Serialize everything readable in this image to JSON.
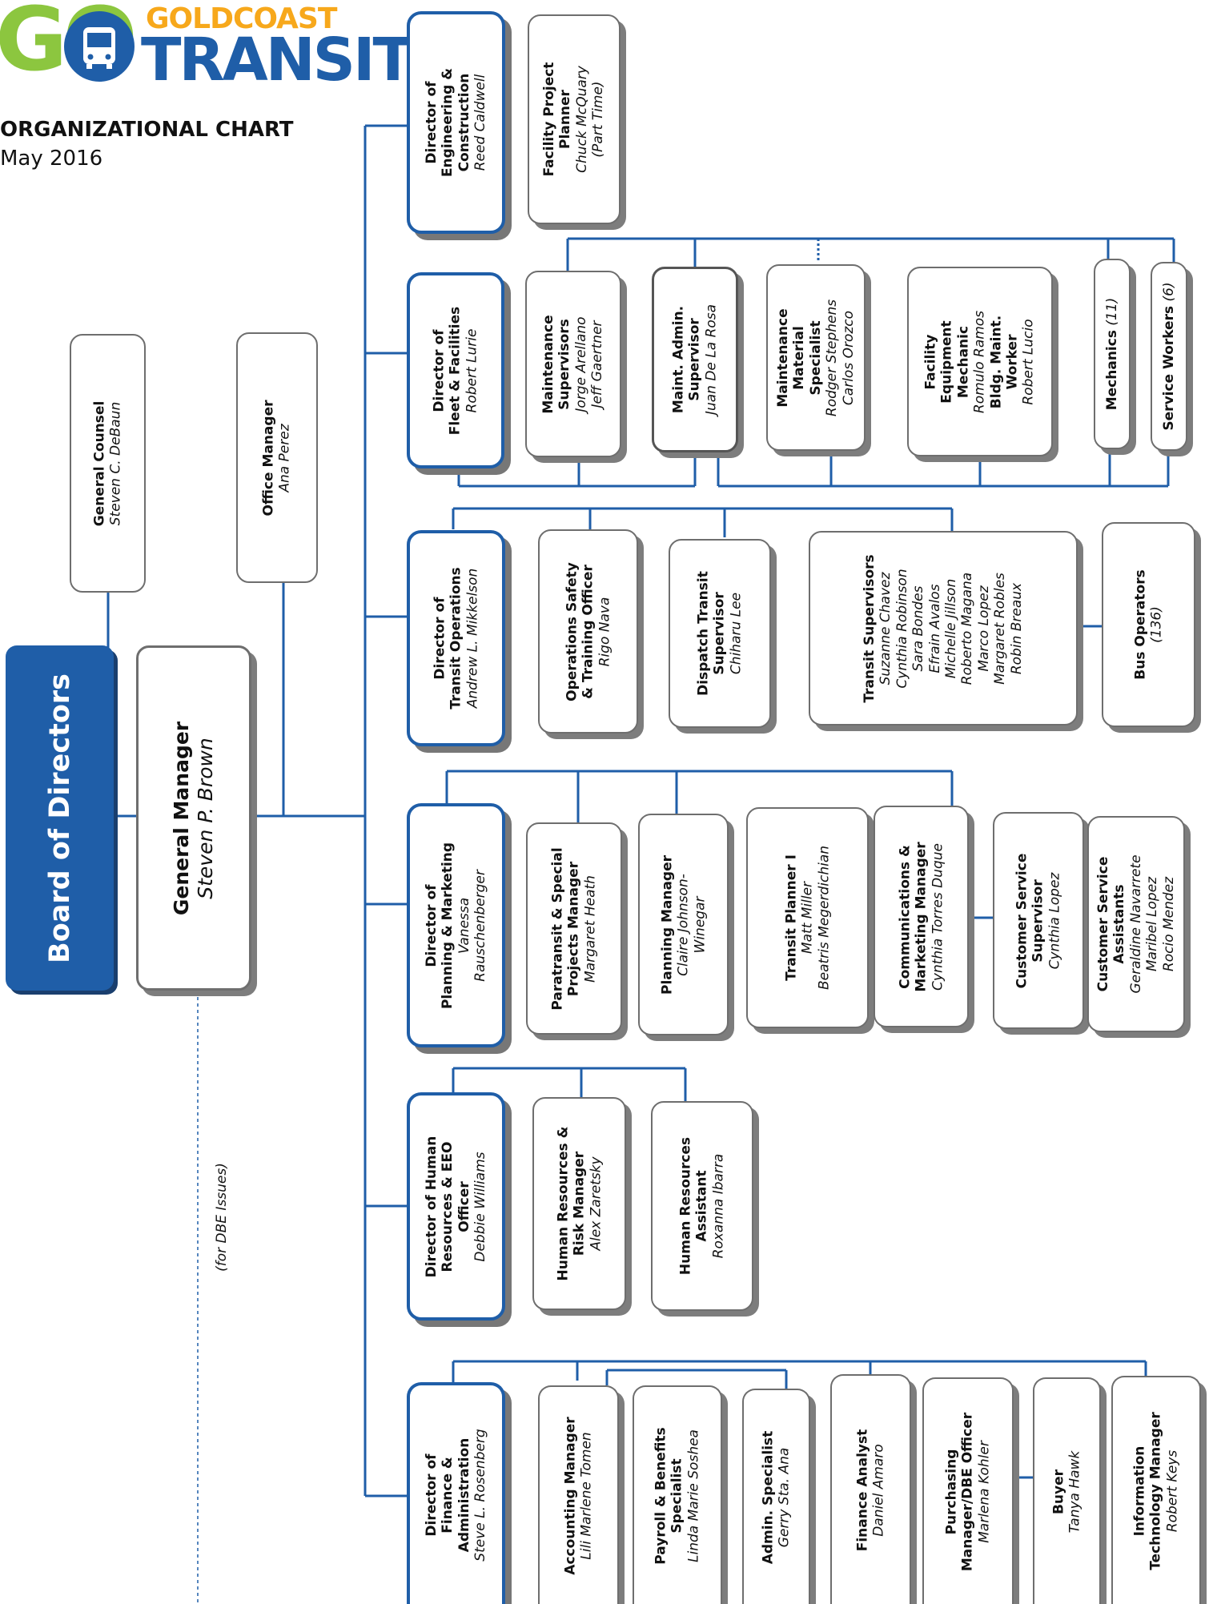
{
  "logo": {
    "go": "GO",
    "goldcoast": "GOLDCOAST",
    "transit": "TRANSIT"
  },
  "header": {
    "title": "ORGANIZATIONAL CHART",
    "date": "May 2016"
  },
  "board": "Board of Directors",
  "general_manager": {
    "title": "General Manager",
    "name": "Steven P. Brown"
  },
  "general_counsel": {
    "title": "General Counsel",
    "name": "Steven C. DeBaun"
  },
  "office_manager": {
    "title": "Office Manager",
    "name": "Ana Perez"
  },
  "dbe_note": "(for DBE Issues)",
  "engineering": {
    "director": {
      "title1": "Director of",
      "title2": "Engineering &",
      "title3": "Construction",
      "name": "Reed Caldwell"
    },
    "facility_planner": {
      "title1": "Facility Project",
      "title2": "Planner",
      "name": "Chuck McQuary",
      "note": "(Part Time)"
    }
  },
  "fleet": {
    "director": {
      "title1": "Director of",
      "title2": "Fleet & Facilities",
      "name": "Robert Lurie"
    },
    "maint_supervisors": {
      "title1": "Maintenance",
      "title2": "Supervisors",
      "name1": "Jorge Arellano",
      "name2": "Jeff Gaertner"
    },
    "maint_admin": {
      "title1": "Maint. Admin.",
      "title2": "Supervisor",
      "name": "Juan De La Rosa"
    },
    "material_specialist": {
      "title1": "Maintenance",
      "title2": "Material",
      "title3": "Specialist",
      "name1": "Rodger Stephens",
      "name2": "Carlos Orozco"
    },
    "facility_mechanic": {
      "title1": "Facility",
      "title2": "Equipment",
      "title3": "Mechanic",
      "name1": "Romulo Ramos",
      "title4": "Bldg. Maint.",
      "title5": "Worker",
      "name2": "Robert Lucio"
    },
    "mechanics": {
      "title": "Mechanics",
      "count": "(11)"
    },
    "service_workers": {
      "title": "Service Workers",
      "count": "(6)"
    }
  },
  "operations": {
    "director": {
      "title1": "Director of",
      "title2": "Transit Operations",
      "name": "Andrew L. Mikkelson"
    },
    "safety_officer": {
      "title1": "Operations Safety",
      "title2": "& Training Officer",
      "name": "Rigo Nava"
    },
    "dispatch": {
      "title1": "Dispatch Transit",
      "title2": "Supervisor",
      "name": "Chiharu Lee"
    },
    "transit_supervisors": {
      "title": "Transit Supervisors",
      "names": [
        "Suzanne Chavez",
        "Cynthia Robinson",
        "Sara Bondes",
        "Efrain Avalos",
        "Michelle Jillson",
        "Roberto Magana",
        "Marco Lopez",
        "Margaret Robles",
        "Robin Breaux"
      ]
    },
    "bus_operators": {
      "title": "Bus Operators",
      "count": "(136)"
    }
  },
  "planning": {
    "director": {
      "title1": "Director of",
      "title2": "Planning & Marketing",
      "name1": "Vanessa",
      "name2": "Rauschenberger"
    },
    "paratransit": {
      "title1": "Paratransit & Special",
      "title2": "Projects Manager",
      "name": "Margaret Heath"
    },
    "planning_manager": {
      "title": "Planning Manager",
      "name1": "Claire Johnson-",
      "name2": "Winegar"
    },
    "transit_planner": {
      "title": "Transit Planner I",
      "name1": "Matt Miller",
      "name2": "Beatris Megerdichian"
    },
    "communications": {
      "title1": "Communications &",
      "title2": "Marketing Manager",
      "name": "Cynthia Torres Duque"
    },
    "cs_supervisor": {
      "title1": "Customer Service",
      "title2": "Supervisor",
      "name": "Cynthia Lopez"
    },
    "cs_assistants": {
      "title1": "Customer Service",
      "title2": "Assistants",
      "names": [
        "Geraldine Navarrete",
        "Maribel Lopez",
        "Rocio Mendez"
      ]
    }
  },
  "hr": {
    "director": {
      "title1": "Director of Human",
      "title2": "Resources & EEO",
      "title3": "Officer",
      "name": "Debbie Williams"
    },
    "risk_manager": {
      "title1": "Human Resources &",
      "title2": "Risk Manager",
      "name": "Alex Zaretsky"
    },
    "assistant": {
      "title1": "Human Resources",
      "title2": "Assistant",
      "name": "Roxanna Ibarra"
    }
  },
  "finance": {
    "director": {
      "title1": "Director of",
      "title2": "Finance &",
      "title3": "Administration",
      "name": "Steve L. Rosenberg"
    },
    "accounting": {
      "title": "Accounting Manager",
      "name": "Lili Marlene Tomen"
    },
    "payroll": {
      "title1": "Payroll & Benefits",
      "title2": "Specialist",
      "name": "Linda Marie Soshea"
    },
    "admin_specialist": {
      "title": "Admin. Specialist",
      "name": "Gerry Sta. Ana"
    },
    "finance_analyst": {
      "title": "Finance Analyst",
      "name": "Daniel Amaro"
    },
    "purchasing": {
      "title1": "Purchasing",
      "title2": "Manager/DBE Officer",
      "name": "Marlena Kohler"
    },
    "buyer": {
      "title": "Buyer",
      "name": "Tanya Hawk"
    },
    "it_manager": {
      "title1": "Information",
      "title2": "Technology Manager",
      "name": "Robert Keys"
    }
  },
  "colors": {
    "brand_blue": "#1f5ea8",
    "brand_green": "#8cc63f",
    "brand_orange": "#f7a81b",
    "line": "#1f5ea8"
  }
}
